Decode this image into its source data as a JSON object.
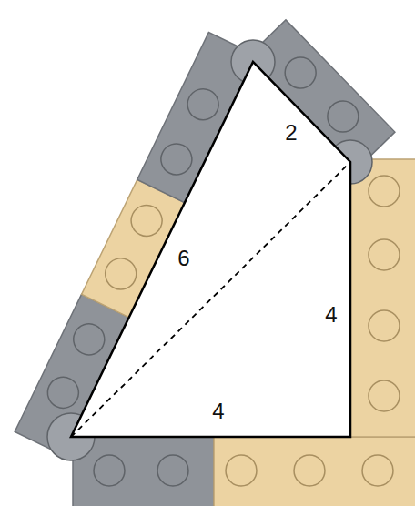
{
  "diagram": {
    "labels": [
      "2",
      "6",
      "4",
      "4"
    ]
  }
}
